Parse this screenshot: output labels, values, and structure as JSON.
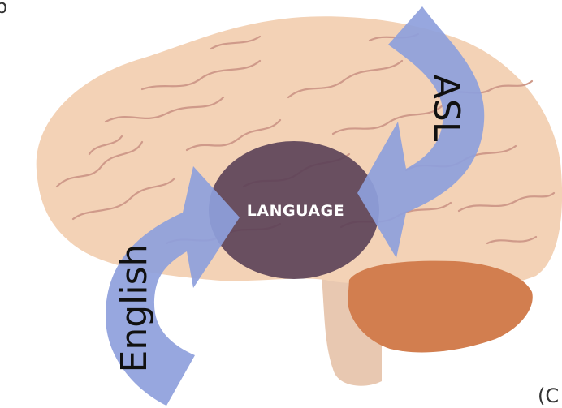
{
  "diagram": {
    "center_label": "LANGUAGE",
    "arrow_top_label": "ASL",
    "arrow_bottom_label": "English",
    "corner_fragment_top_left": "b",
    "corner_fragment_bottom_right": "(C"
  },
  "colors": {
    "brain_skin": "#f3d2b6",
    "brain_fold": "#cf9a8a",
    "cerebellum": "#d27e4f",
    "brainstem": "#e8c8b1",
    "arrow_fill": "#8e9fdc",
    "language_fill": "#5a4057"
  }
}
